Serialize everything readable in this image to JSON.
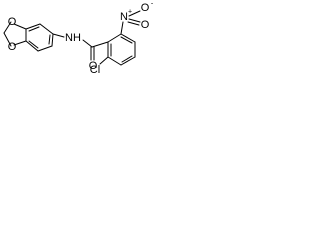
{
  "molecule": {
    "atoms": {
      "o1": "O",
      "o2": "O",
      "nh": "NH",
      "o_carbonyl": "O",
      "n_nitro": "N",
      "n_nitro_charge": "+",
      "o_nitro_top": "O",
      "o_nitro_bottom": "O",
      "o_nitro_charge": "-",
      "cl": "Cl"
    }
  }
}
